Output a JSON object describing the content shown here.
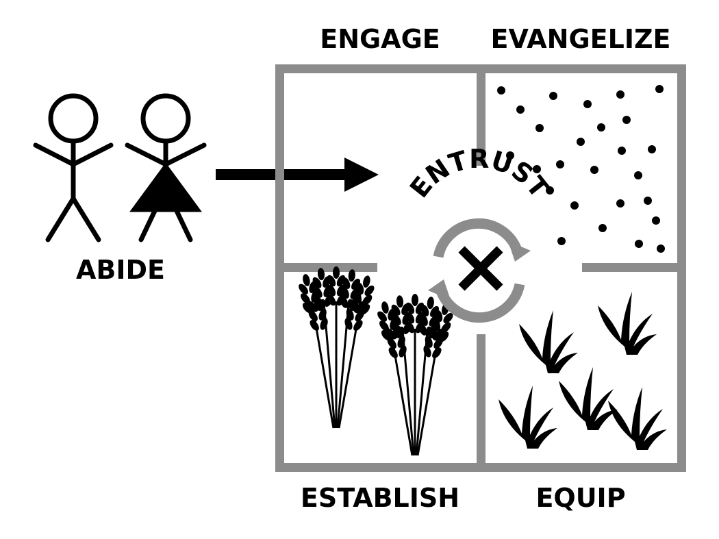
{
  "labels": {
    "abide": "ABIDE",
    "engage": "ENGAGE",
    "evangelize": "EVANGELIZE",
    "establish": "ESTABLISH",
    "equip": "EQUIP",
    "entrust": "ENTRUST"
  },
  "colors": {
    "ink": "#000000",
    "field_border": "#8c8c8c",
    "cycle_arrows": "#8c8c8c",
    "background": "#ffffff"
  },
  "icons": {
    "people": [
      "man-stick-figure-icon",
      "woman-stick-figure-icon"
    ],
    "flow": "right-arrow-icon",
    "seeds": "scattered-seeds-icon",
    "growth": "sprout-icon",
    "harvest": "wheat-sheaf-icon",
    "center": "cross-x-icon",
    "cycle": "cycle-arrows-icon"
  }
}
